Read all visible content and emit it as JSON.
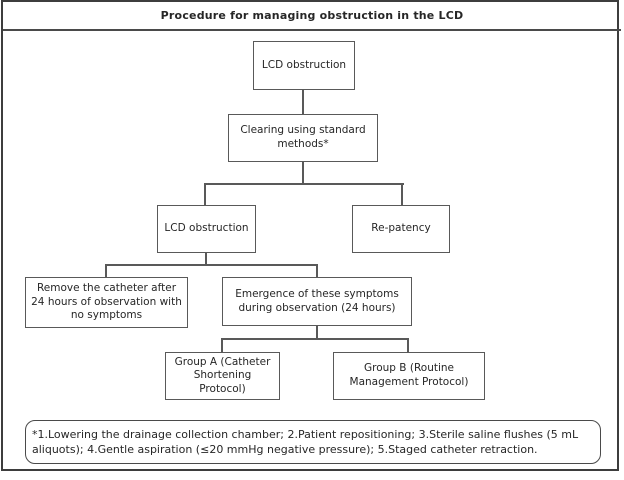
{
  "title": "Procedure for managing obstruction in the LCD",
  "diagram": {
    "nodes": [
      {
        "id": "lcd-obstruction-1",
        "label": "LCD obstruction"
      },
      {
        "id": "clearing-standard-methods",
        "label": "Clearing using standard methods*"
      },
      {
        "id": "lcd-obstruction-2",
        "label": "LCD obstruction"
      },
      {
        "id": "re-patency",
        "label": "Re-patency"
      },
      {
        "id": "remove-catheter",
        "label": "Remove the catheter after 24 hours of observation with no symptoms"
      },
      {
        "id": "emergence-symptoms",
        "label": "Emergence of these symptoms during observation (24 hours)"
      },
      {
        "id": "group-a",
        "label": "Group A (Catheter Shortening Protocol)"
      },
      {
        "id": "group-b",
        "label": "Group B (Routine Management Protocol)"
      }
    ],
    "edges": [
      {
        "from": "lcd-obstruction-1",
        "to": "clearing-standard-methods"
      },
      {
        "from": "clearing-standard-methods",
        "to": "lcd-obstruction-2"
      },
      {
        "from": "clearing-standard-methods",
        "to": "re-patency"
      },
      {
        "from": "lcd-obstruction-2",
        "to": "remove-catheter"
      },
      {
        "from": "lcd-obstruction-2",
        "to": "emergence-symptoms"
      },
      {
        "from": "emergence-symptoms",
        "to": "group-a"
      },
      {
        "from": "emergence-symptoms",
        "to": "group-b"
      }
    ]
  },
  "footnote": "*1.Lowering the drainage collection chamber; 2.Patient repositioning; 3.Sterile saline flushes (5 mL aliquots); 4.Gentle aspiration (≤20 mmHg negative pressure); 5.Staged catheter retraction.",
  "colors": {
    "frame_border": "#3d3d3d",
    "node_border": "#595959",
    "connector": "#595959",
    "text": "#262626",
    "background": "#ffffff"
  }
}
